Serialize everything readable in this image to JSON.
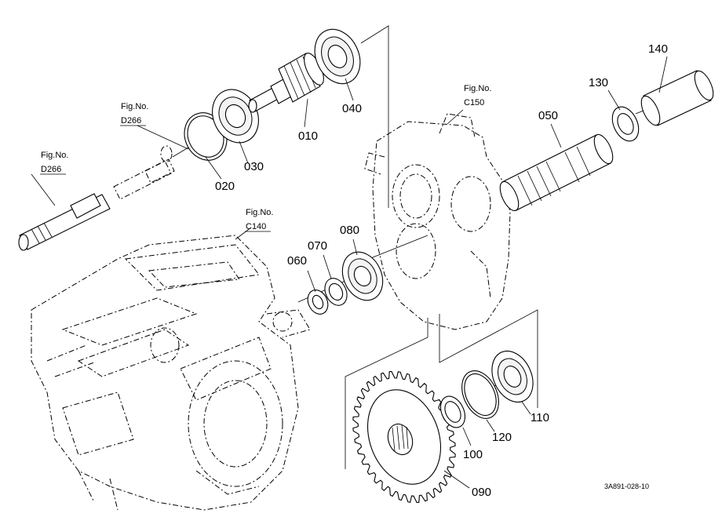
{
  "figure_refs": [
    {
      "fig_label": "Fig.No.",
      "fig_number": "D266"
    },
    {
      "fig_label": "Fig.No.",
      "fig_number": "D266"
    },
    {
      "fig_label": "Fig.No.",
      "fig_number": "C140"
    },
    {
      "fig_label": "Fig.No.",
      "fig_number": "C150"
    }
  ],
  "callouts": [
    "010",
    "020",
    "030",
    "040",
    "050",
    "060",
    "070",
    "080",
    "090",
    "100",
    "110",
    "120",
    "130",
    "140"
  ],
  "drawing_ref": "3A891-028-10"
}
